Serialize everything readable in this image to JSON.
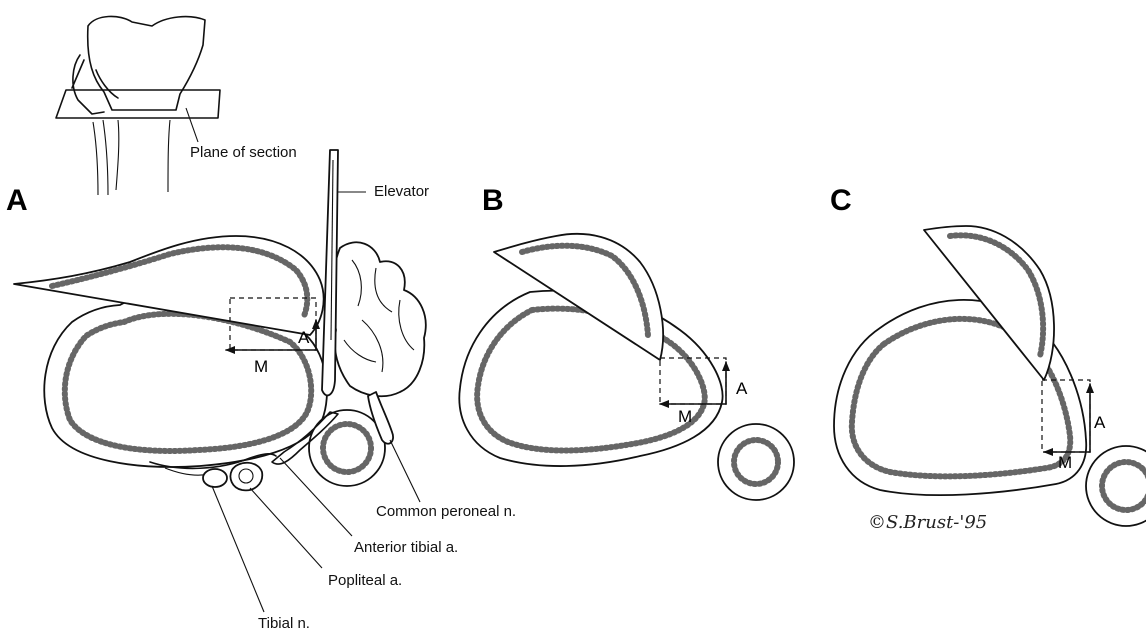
{
  "inset": {
    "plane_label": "Plane of section"
  },
  "panels": {
    "a": {
      "letter": "A",
      "elevator_label": "Elevator",
      "vector_a": "A",
      "vector_m": "M",
      "labels": {
        "common_peroneal": "Common peroneal n.",
        "anterior_tibial": "Anterior tibial a.",
        "popliteal": "Popliteal a.",
        "tibial": "Tibial n."
      }
    },
    "b": {
      "letter": "B",
      "vector_a": "A",
      "vector_m": "M"
    },
    "c": {
      "letter": "C",
      "vector_a": "A",
      "vector_m": "M"
    }
  },
  "signature": "©S.Brust-'95"
}
